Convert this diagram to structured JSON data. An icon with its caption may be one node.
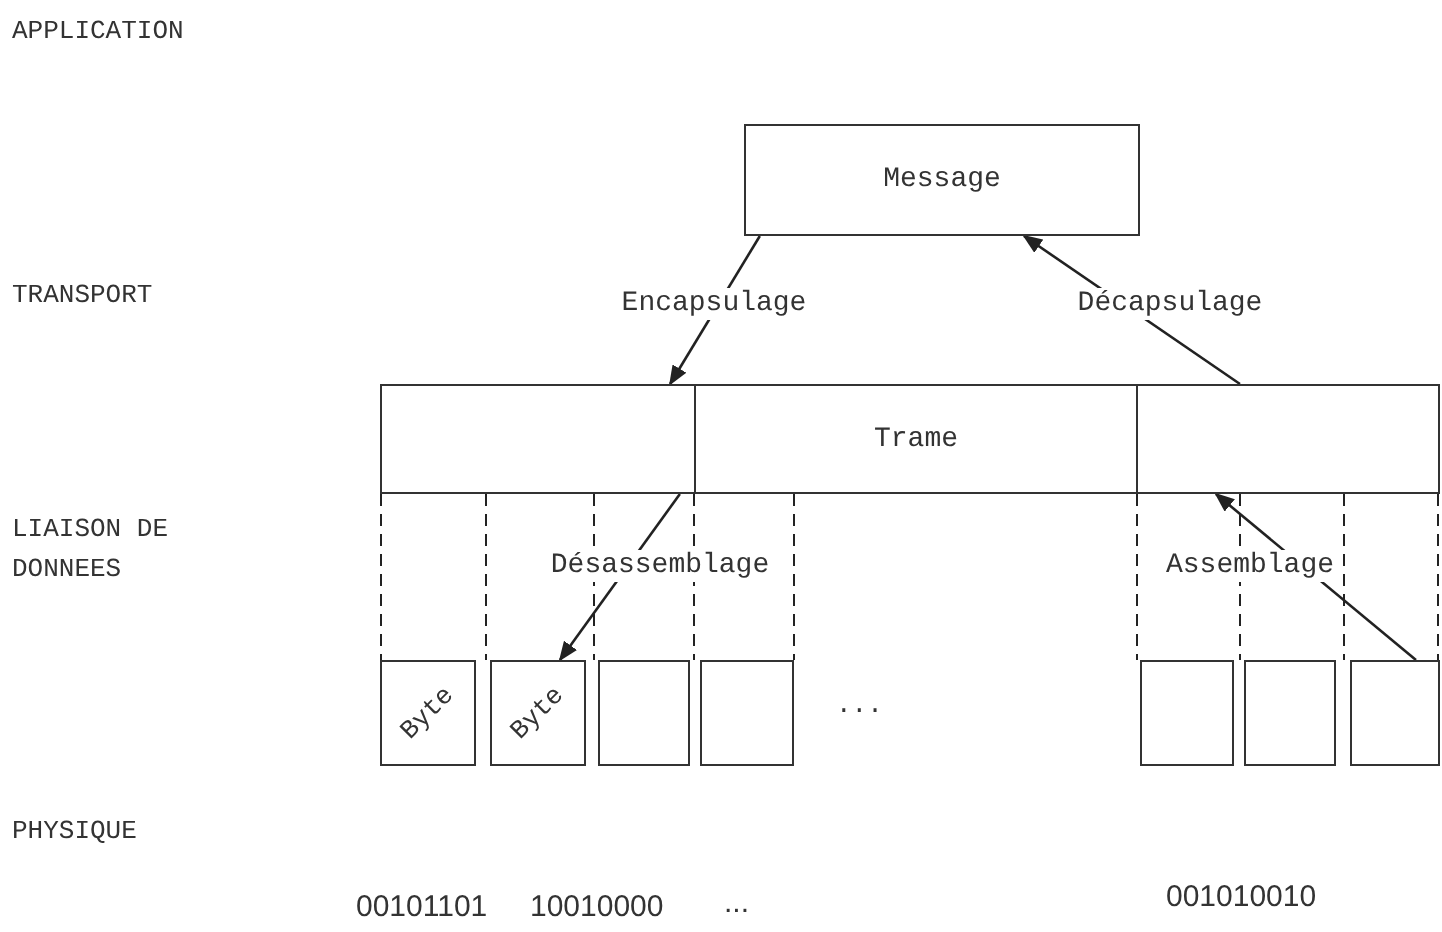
{
  "diagram": {
    "nodes": [
      {
        "text": [
          "Message"
        ]
      },
      {
        "text": [],
        "shape": "box"
      },
      {
        "text": [
          "Trame"
        ]
      },
      {
        "text": [],
        "shape": "box"
      },
      {
        "text": [
          "Byte"
        ]
      },
      {
        "text": [
          "Byte"
        ]
      },
      {
        "text": [],
        "shape": "box"
      },
      {
        "text": [],
        "shape": "box"
      },
      {
        "text": [],
        "shape": "box"
      },
      {
        "text": [],
        "shape": "box"
      },
      {
        "text": [],
        "shape": "box"
      }
    ],
    "edges": [
      {
        "from": 0,
        "to": 1,
        "arrow": "to",
        "label": "Encapsulage"
      },
      {
        "from": 3,
        "to": 0,
        "arrow": "to",
        "label": "Décapsulage"
      },
      {
        "from": 1,
        "to": 5,
        "arrow": "to",
        "label": "Désassemblage"
      },
      {
        "from": 10,
        "to": 3,
        "arrow": "to",
        "label": "Assemblage"
      },
      {
        "from": 1,
        "to": 4,
        "arrow": "none",
        "style": "dashed"
      },
      {
        "from": 1,
        "to": 5,
        "arrow": "none",
        "style": "dashed"
      },
      {
        "from": 1,
        "to": 6,
        "arrow": "none",
        "style": "dashed"
      },
      {
        "from": 1,
        "to": 7,
        "arrow": "none",
        "style": "dashed"
      },
      {
        "from": 2,
        "to": 7,
        "arrow": "none",
        "style": "dashed"
      },
      {
        "from": 3,
        "to": 8,
        "arrow": "none",
        "style": "dashed"
      },
      {
        "from": 3,
        "to": 9,
        "arrow": "none",
        "style": "dashed"
      },
      {
        "from": 3,
        "to": 10,
        "arrow": "none",
        "style": "dashed"
      },
      {
        "from": 3,
        "to": 10,
        "arrow": "none",
        "style": "dashed"
      }
    ],
    "labels": [
      "APPLICATION",
      "TRANSPORT",
      "LIAISON DE DONNEES",
      "PHYSIQUE",
      "...",
      "00101101",
      "10010000",
      "...",
      "001010010"
    ]
  }
}
